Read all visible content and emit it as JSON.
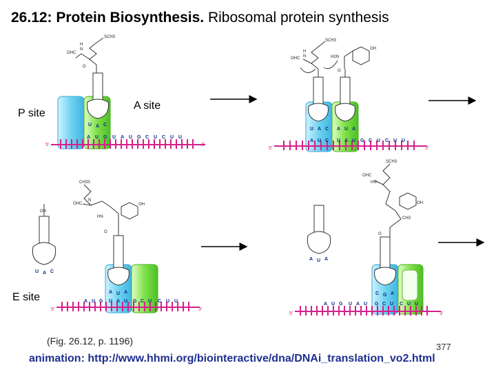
{
  "title": {
    "bold": "26.12: Protein Biosynthesis.",
    "rest": " Ribosomal protein synthesis"
  },
  "labels": {
    "p_site": "P site",
    "a_site": "A site",
    "e_site": "E site"
  },
  "caption": "(Fig. 26.12, p. 1196)",
  "link": "animation: http://www.hhmi.org/biointeractive/dna/DNAi_translation_vo2.html",
  "page_number": "377",
  "panels": {
    "p1": {
      "mrna": [
        "A",
        "U",
        "G",
        "U",
        "A",
        "U",
        "G",
        "C",
        "U",
        "C",
        "U",
        "U"
      ],
      "five": "5'",
      "three": "3'",
      "anticodon": [
        "U",
        "A",
        "C"
      ],
      "molecule": {
        "top": "SCH3",
        "nh": "H",
        "n": "N",
        "ohc": "OHC",
        "o": "O"
      }
    },
    "p2": {
      "mrna": [
        "A",
        "U",
        "C",
        "U",
        "A",
        "U",
        "G",
        "C",
        "U",
        "C",
        "U",
        "U"
      ],
      "five": "5'",
      "three": "3'",
      "anticodons": [
        [
          "U",
          "A",
          "C"
        ],
        [
          "A",
          "U",
          "A"
        ]
      ],
      "molecule": {
        "top": "SCH3",
        "nh": "H",
        "n": "N",
        "ohc": "OHC",
        "o": "O",
        "oh": "OH",
        "h2n": "H2N"
      }
    },
    "p3": {
      "mrna": [
        "A",
        "U",
        "G",
        "U",
        "A",
        "U",
        "G",
        "C",
        "U",
        "C",
        "U",
        "U"
      ],
      "five": "5'",
      "three": "3'",
      "free_anticodon": [
        "U",
        "A",
        "C"
      ],
      "anticodon": [
        "A",
        "U",
        "A"
      ],
      "molecule": {
        "top": "CH3S",
        "oh": "OH",
        "ohc": "OHC",
        "hn": "HN",
        "n": "N",
        "o": "O"
      }
    },
    "p4": {
      "mrna": [
        "A",
        "U",
        "G",
        "U",
        "A",
        "U",
        "G",
        "C",
        "U",
        "C",
        "U",
        "U"
      ],
      "five": "5'",
      "three": "3'",
      "free_anticodon": [
        "A",
        "U",
        "A"
      ],
      "anticodon": [
        "C",
        "G",
        "A"
      ],
      "molecule": {
        "top": "SCH3",
        "ohc": "OHC",
        "hn": "HN",
        "ch3": "CH3",
        "oh": "OH",
        "o": "O"
      }
    }
  },
  "colors": {
    "mrna": "#d4208a",
    "p_site": "#6fd3f0",
    "a_site": "#7fe04a",
    "text_blue": "#1e2f8f"
  }
}
